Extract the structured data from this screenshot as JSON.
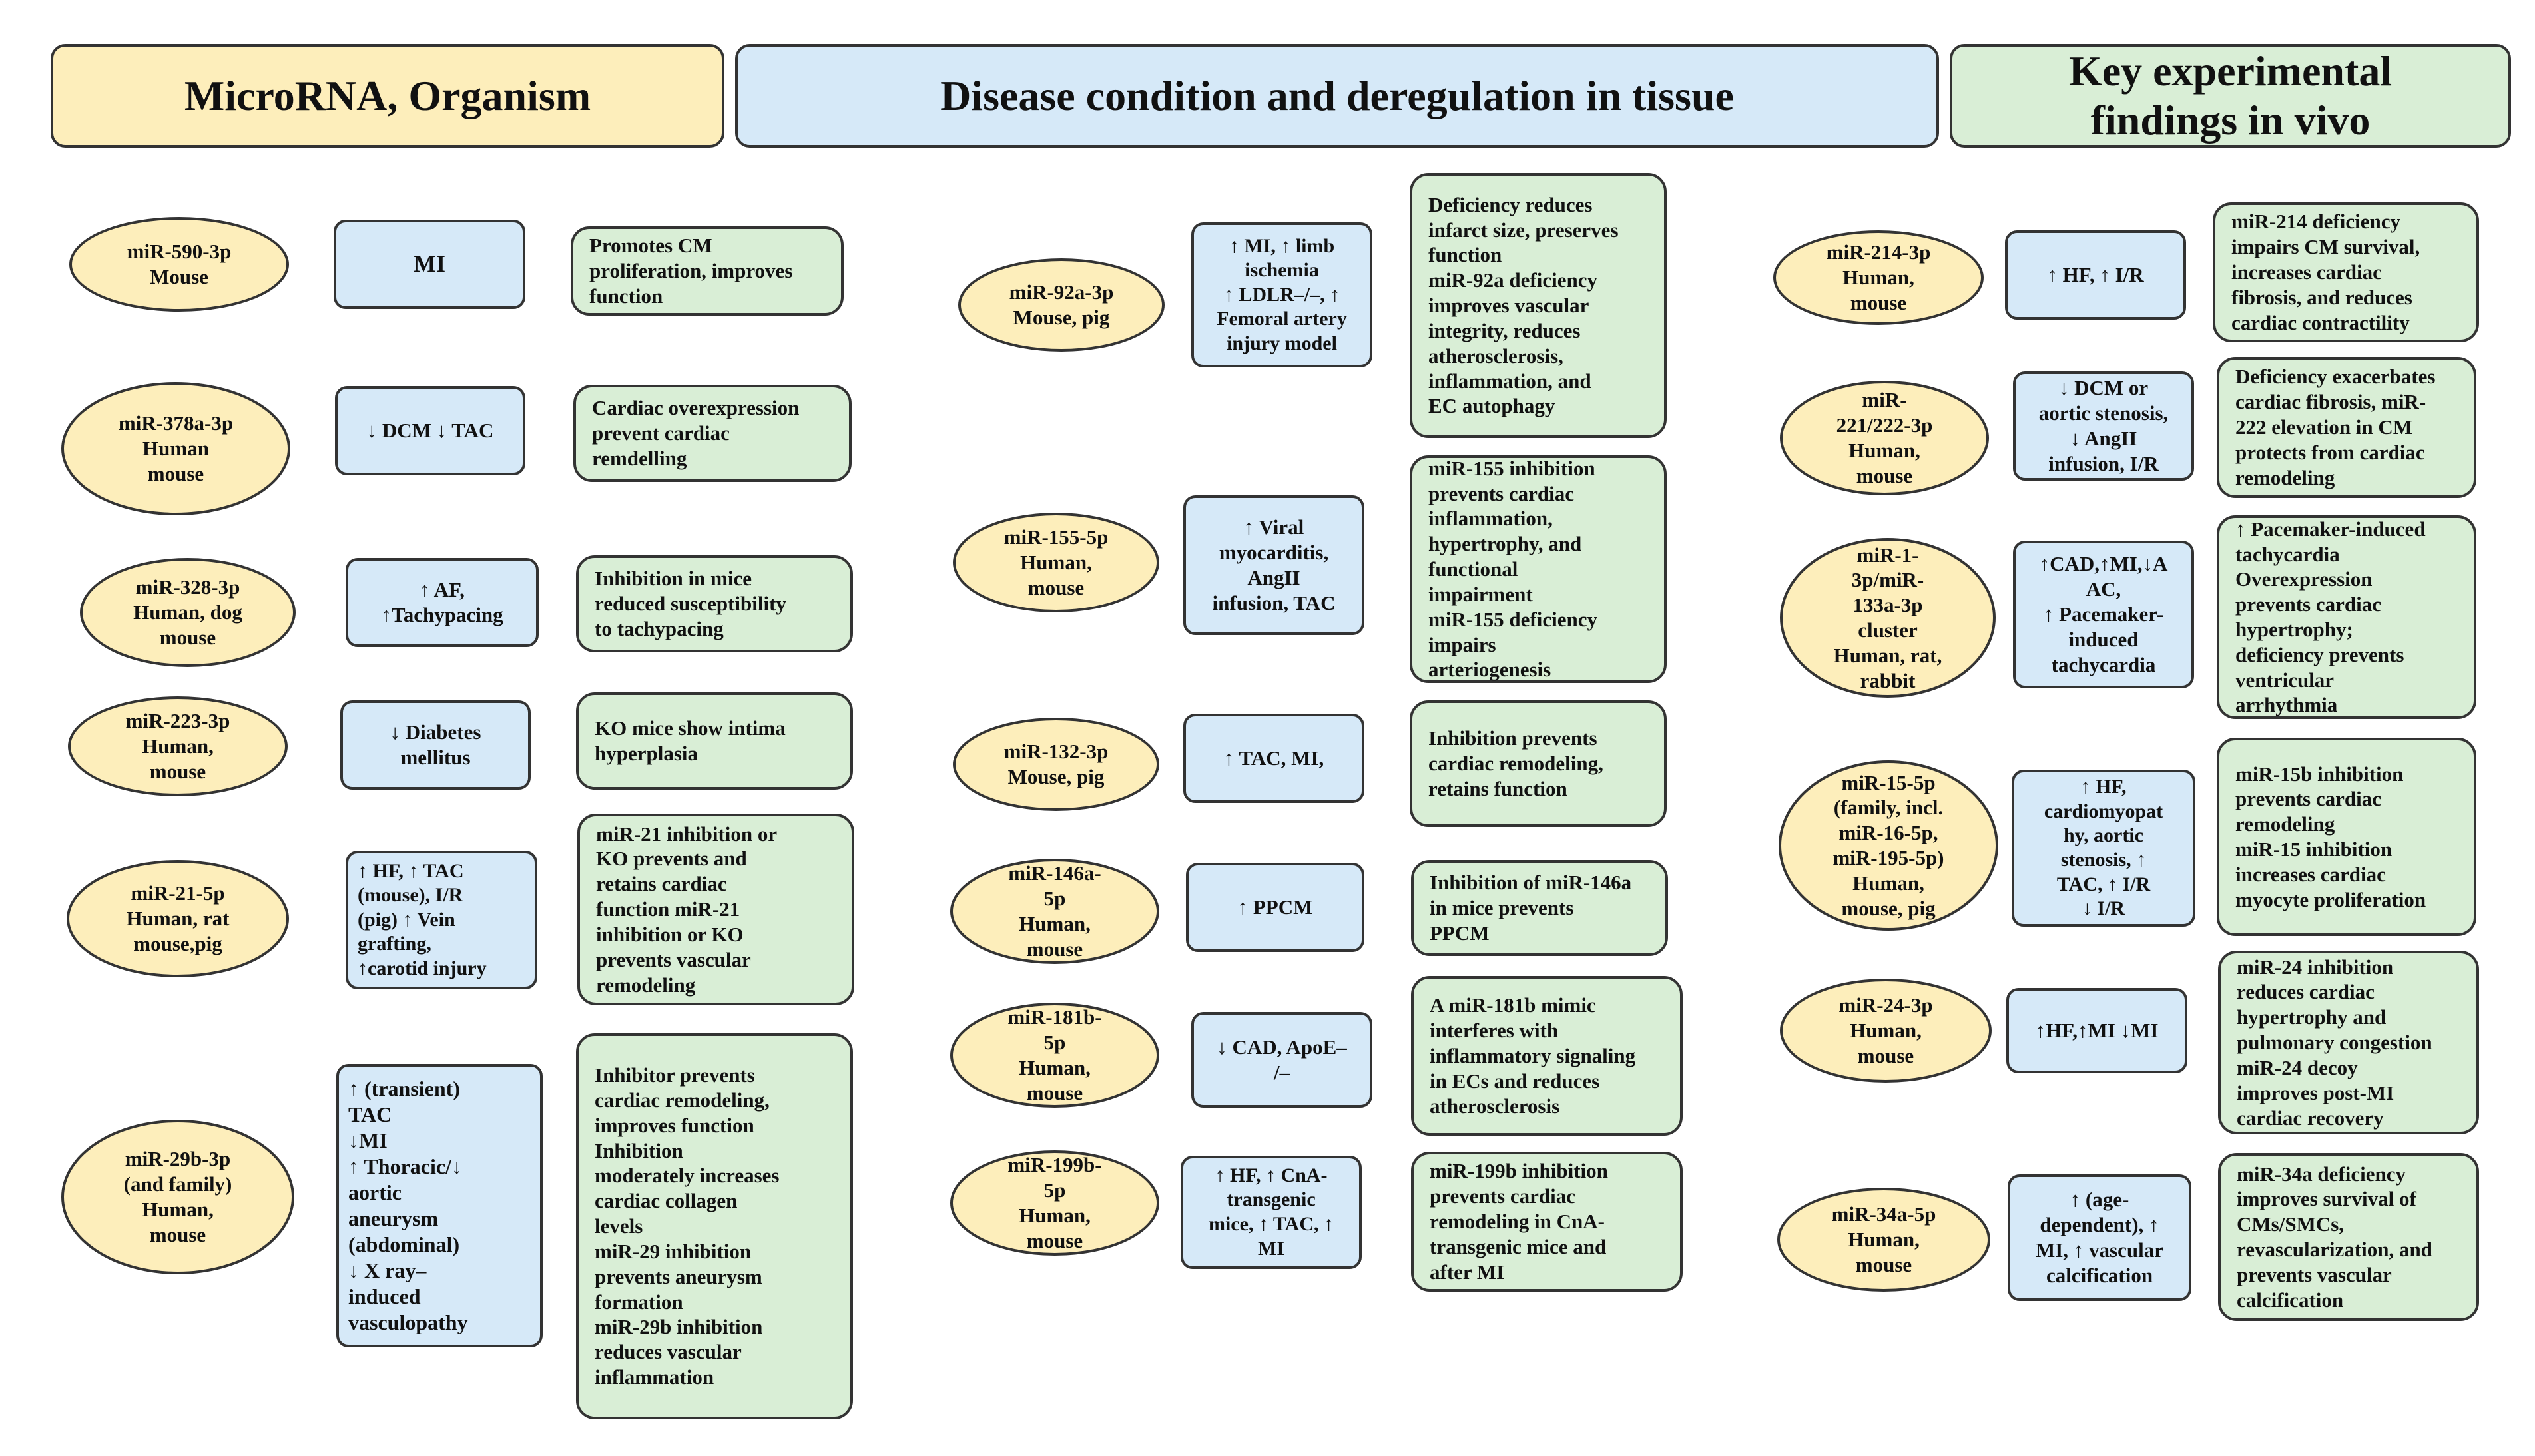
{
  "headers": {
    "organism": "MicroRNA, Organism",
    "disease": "Disease condition and deregulation in tissue",
    "findings": "Key experimental\nfindings in vivo"
  },
  "rows": [
    {
      "mirna": "miR-590-3p\nMouse",
      "condition": "MI",
      "finding": "Promotes CM\nproliferation, improves\nfunction"
    },
    {
      "mirna": "miR-378a-3p\nHuman\nmouse",
      "condition": "↓ DCM    ↓ TAC",
      "finding": "Cardiac overexpression\nprevent cardiac\nremdelling"
    },
    {
      "mirna": "miR-328-3p\nHuman, dog\nmouse",
      "condition": "↑ AF,\n↑Tachypacing",
      "finding": "Inhibition in mice\nreduced susceptibility\nto tachypacing"
    },
    {
      "mirna": "miR-223-3p\nHuman,\nmouse",
      "condition": "↓ Diabetes\nmellitus",
      "finding": "KO mice show intima\nhyperplasia"
    },
    {
      "mirna": "miR-21-5p\nHuman, rat\nmouse,pig",
      "condition": "↑ HF, ↑ TAC\n(mouse), I/R\n(pig) ↑ Vein\ngrafting,\n↑carotid injury",
      "finding": "miR-21 inhibition or\nKO prevents and\nretains cardiac\nfunction miR-21\ninhibition or KO\nprevents vascular\nremodeling"
    },
    {
      "mirna": "miR-29b-3p\n(and family)\nHuman,\nmouse",
      "condition": "↑ (transient)\nTAC\n↓MI\n↑ Thoracic/↓\naortic\naneurysm\n(abdominal)\n↓ X ray–\ninduced\nvasculopathy",
      "finding": "Inhibitor prevents\ncardiac remodeling,\nimproves function\nInhibition\nmoderately increases\ncardiac collagen\nlevels\nmiR-29 inhibition\nprevents aneurysm\nformation\nmiR-29b inhibition\nreduces vascular\ninflammation"
    },
    {
      "mirna": "miR-92a-3p\nMouse, pig",
      "condition": "↑ MI, ↑ limb\nischemia\n↑ LDLR–/–, ↑\nFemoral artery\ninjury model",
      "finding": "Deficiency reduces\ninfarct size, preserves\nfunction\nmiR-92a deficiency\nimproves vascular\nintegrity, reduces\natherosclerosis,\ninflammation, and\nEC autophagy"
    },
    {
      "mirna": "miR-155-5p\nHuman,\nmouse",
      "condition": "↑ Viral\nmyocarditis,\nAngII\ninfusion, TAC",
      "finding": "miR-155 inhibition\nprevents cardiac\ninflammation,\nhypertrophy, and\nfunctional\nimpairment\nmiR-155 deficiency\nimpairs\narteriogenesis"
    },
    {
      "mirna": "miR-132-3p\nMouse, pig",
      "condition": "↑ TAC, MI,",
      "finding": "Inhibition prevents\ncardiac remodeling,\nretains function"
    },
    {
      "mirna": "miR-146a-\n5p\nHuman,\nmouse",
      "condition": "↑ PPCM",
      "finding": "Inhibition of miR-146a\nin mice prevents\nPPCM"
    },
    {
      "mirna": "miR-181b-\n5p\nHuman,\nmouse",
      "condition": "↓ CAD, ApoE–\n/–",
      "finding": "A miR-181b mimic\ninterferes with\ninflammatory signaling\nin ECs and reduces\natherosclerosis"
    },
    {
      "mirna": "miR-199b-\n5p\nHuman,\nmouse",
      "condition": "↑ HF, ↑ CnA-\ntransgenic\nmice, ↑ TAC, ↑\nMI",
      "finding": "miR-199b inhibition\nprevents cardiac\nremodeling in CnA-\ntransgenic mice and\nafter MI"
    },
    {
      "mirna": "miR-214-3p\nHuman,\nmouse",
      "condition": "↑ HF, ↑ I/R",
      "finding": "miR-214 deficiency\nimpairs CM survival,\nincreases cardiac\nfibrosis, and reduces\ncardiac contractility"
    },
    {
      "mirna": "miR-\n221/222-3p\nHuman,\nmouse",
      "condition": "↓ DCM or\naortic stenosis,\n↓ AngII\ninfusion, I/R",
      "finding": "Deficiency exacerbates\ncardiac fibrosis, miR-\n222 elevation in CM\nprotects from cardiac\nremodeling"
    },
    {
      "mirna": "miR-1-\n3p/miR-\n133a-3p\ncluster\nHuman, rat,\nrabbit",
      "condition": "↑CAD,↑MI,↓A\nAC,\n↑ Pacemaker-\ninduced\ntachycardia",
      "finding": "↑ Pacemaker-induced\ntachycardia\nOverexpression\nprevents cardiac\nhypertrophy;\ndeficiency prevents\nventricular\narrhythmia"
    },
    {
      "mirna": "miR-15-5p\n(family, incl.\nmiR-16-5p,\nmiR-195-5p)\nHuman,\nmouse, pig",
      "condition": "↑ HF,\ncardiomyopat\nhy, aortic\nstenosis, ↑\nTAC, ↑ I/R\n↓ I/R",
      "finding": "miR-15b inhibition\nprevents cardiac\nremodeling\nmiR-15 inhibition\nincreases cardiac\nmyocyte proliferation"
    },
    {
      "mirna": "miR-24-3p\nHuman,\nmouse",
      "condition": "↑HF,↑MI ↓MI",
      "finding": "miR-24 inhibition\nreduces cardiac\nhypertrophy and\npulmonary congestion\nmiR-24 decoy\nimproves post-MI\ncardiac recovery"
    },
    {
      "mirna": "miR-34a-5p\nHuman,\nmouse",
      "condition": "↑ (age-\ndependent), ↑\nMI, ↑ vascular\ncalcification",
      "finding": "miR-34a deficiency\nimproves survival of\nCMs/SMCs,\nrevascularization, and\nprevents vascular\ncalcification"
    }
  ]
}
